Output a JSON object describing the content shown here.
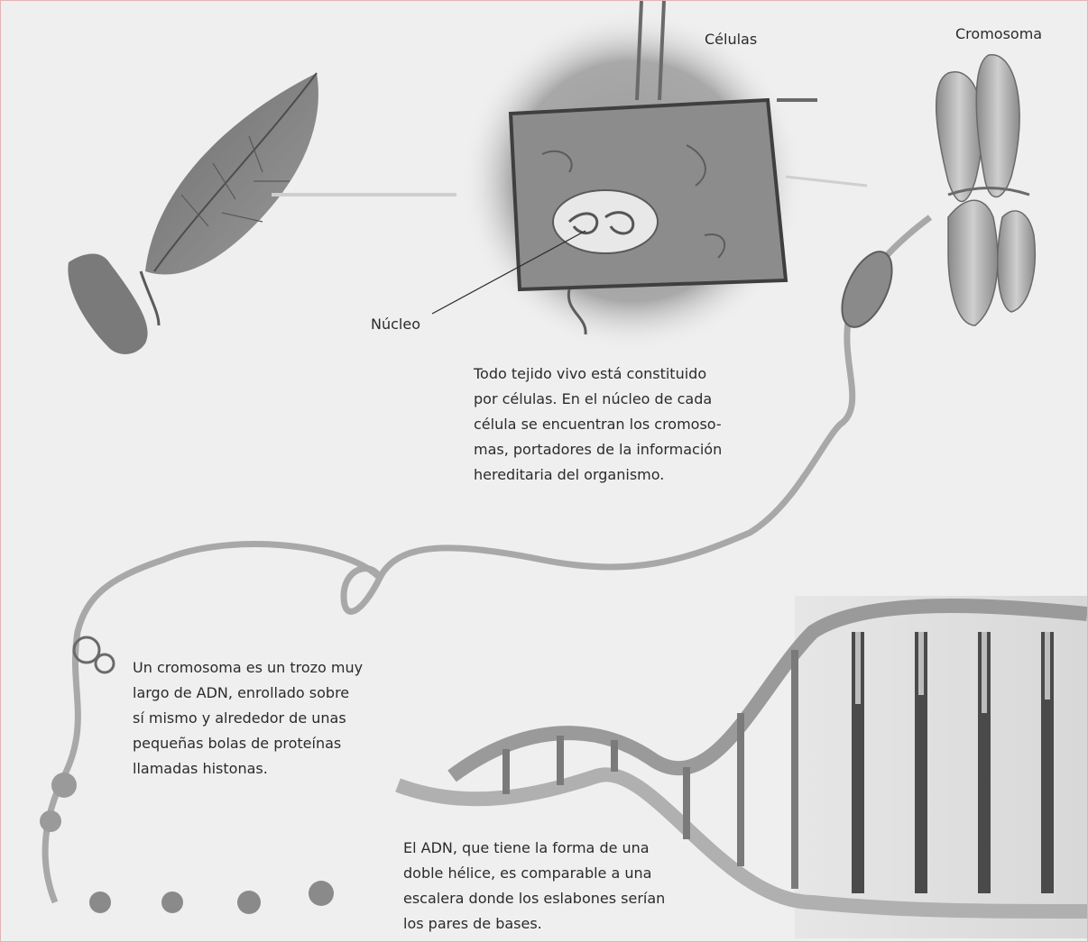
{
  "labels": {
    "celulas": "Células",
    "cromosoma": "Cromosoma",
    "nucleo": "Núcleo"
  },
  "paragraphs": {
    "tejido": [
      "Todo tejido vivo está constituido",
      "por células. En el núcleo de cada",
      "célula se encuentran los cromoso-",
      "mas, portadores de la información",
      "hereditaria del organismo."
    ],
    "cromosoma": [
      "Un cromosoma es un trozo muy",
      "largo de ADN, enrollado sobre",
      "sí mismo y alrededor de unas",
      "pequeñas bolas de proteínas",
      "llamadas histonas."
    ],
    "adn": [
      "El ADN, que tiene la forma de una",
      "doble hélice, es comparable a una",
      "escalera donde los eslabones serían",
      "los pares de bases."
    ]
  },
  "colors": {
    "background": "#efefef",
    "border": "#e3b3b3",
    "text": "#2b2b2b"
  }
}
